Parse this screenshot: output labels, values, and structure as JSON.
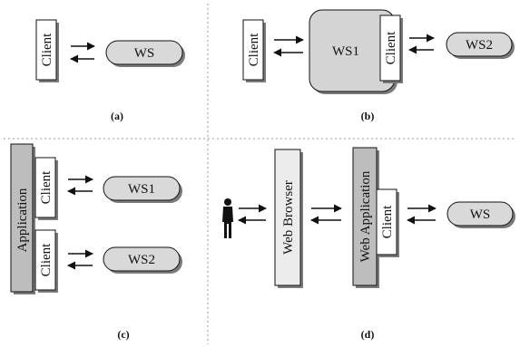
{
  "colors": {
    "background": "#ffffff",
    "stroke": "#111111",
    "shadow": "#7a7a7a",
    "pill_fill": "#d9d9d9",
    "ws1_box_fill": "#d4d4d4",
    "application_fill": "#bdbdbd",
    "web_browser_fill": "#ececec",
    "web_app_fill": "#bdbdbd",
    "client_fill": "#ffffff",
    "divider": "#9a9a9a"
  },
  "panels": {
    "a": {
      "caption": "(a)",
      "client": "Client",
      "ws": "WS"
    },
    "b": {
      "caption": "(b)",
      "client_left": "Client",
      "ws1": "WS1",
      "client_inner": "Client",
      "ws2": "WS2"
    },
    "c": {
      "caption": "(c)",
      "application": "Application",
      "client_top": "Client",
      "client_bottom": "Client",
      "ws1": "WS1",
      "ws2": "WS2"
    },
    "d": {
      "caption": "(d)",
      "user_icon": "person-icon",
      "web_browser": "Web Browser",
      "web_application": "Web Application",
      "client": "Client",
      "ws": "WS"
    }
  }
}
